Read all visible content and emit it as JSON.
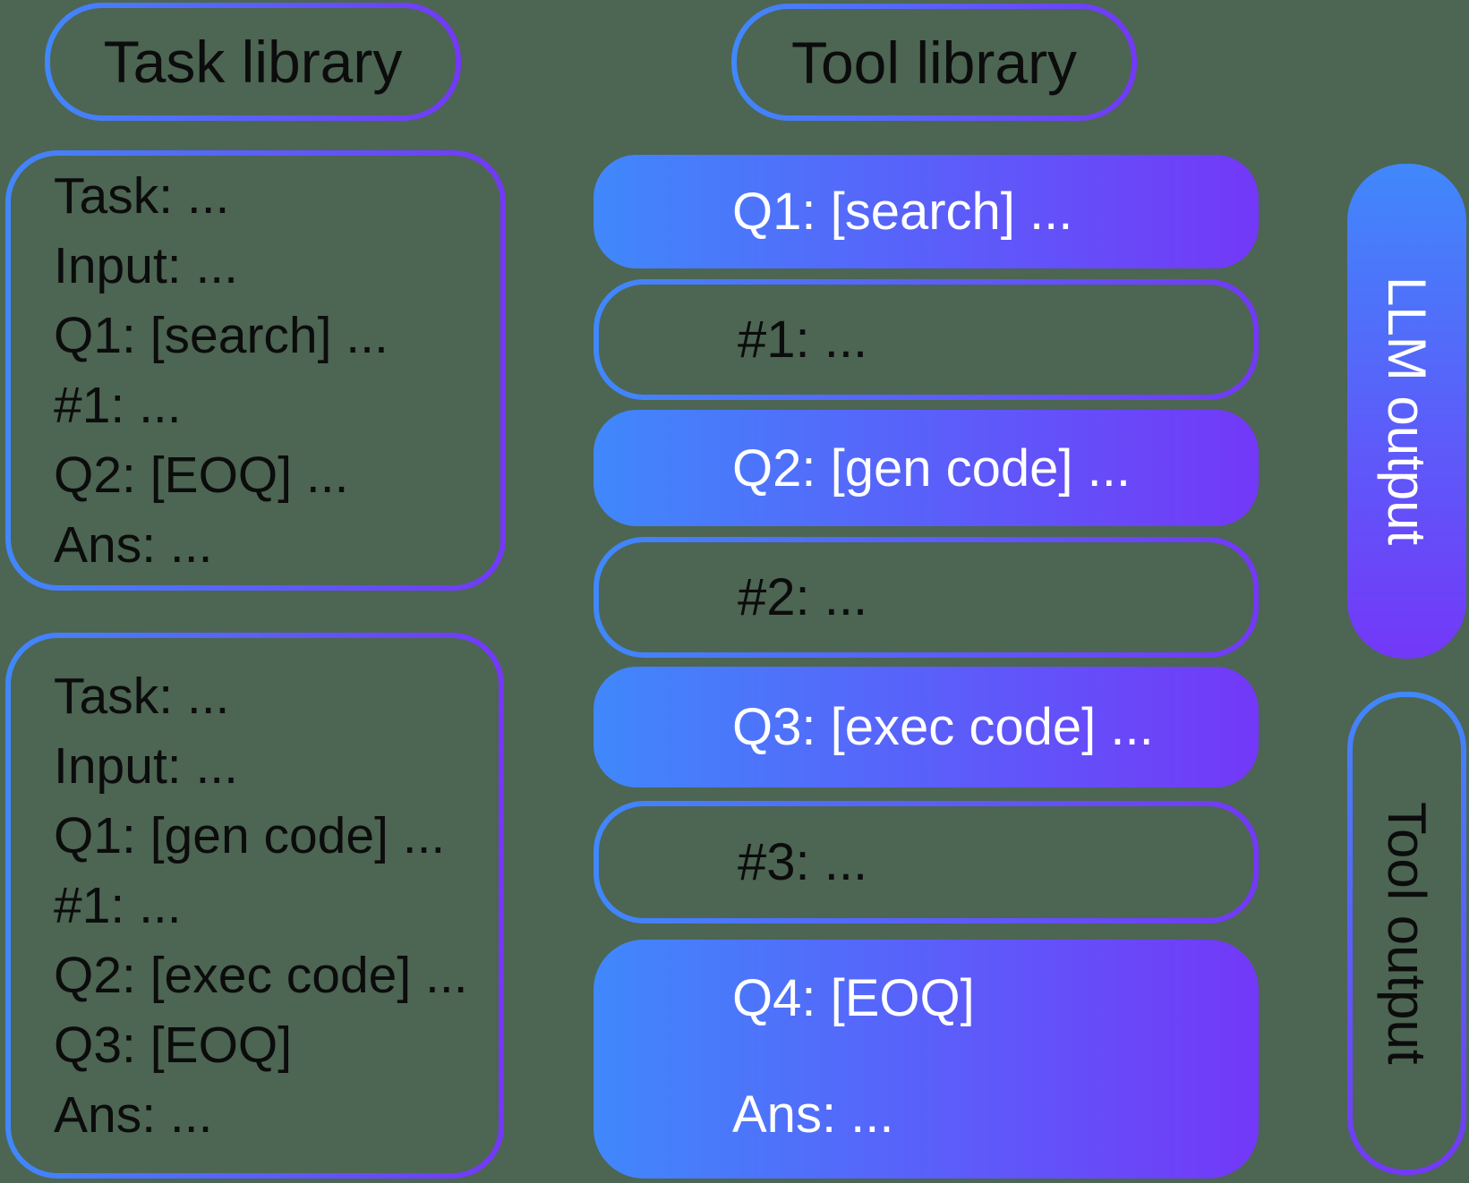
{
  "background_color": "#4d6553",
  "colors": {
    "gradient_blue": "#4088fb",
    "gradient_purple": "#7338f8",
    "text_dark": "#0c0c0c",
    "text_light": "#ffffff"
  },
  "task_library": {
    "title": "Task library",
    "examples": [
      {
        "lines": [
          "Task: ...",
          "Input: ...",
          "Q1: [search] ...",
          "#1: ...",
          "Q2: [EOQ] ...",
          "Ans: ..."
        ]
      },
      {
        "lines": [
          "Task: ...",
          "Input: ...",
          "Q1: [gen code] ...",
          "#1: ...",
          "Q2: [exec code] ...",
          "Q3: [EOQ]",
          "Ans: ..."
        ]
      }
    ]
  },
  "tool_library": {
    "title": "Tool library",
    "steps": [
      {
        "label": "Q1: [search] ...",
        "source": "llm"
      },
      {
        "label": "#1: ...",
        "source": "tool"
      },
      {
        "label": "Q2: [gen code] ...",
        "source": "llm"
      },
      {
        "label": "#2: ...",
        "source": "tool"
      },
      {
        "label": "Q3: [exec code] ...",
        "source": "llm"
      },
      {
        "label": "#3: ...",
        "source": "tool"
      },
      {
        "lines": [
          "Q4: [EOQ]",
          "Ans: ..."
        ],
        "source": "llm"
      }
    ]
  },
  "legend": {
    "llm_output": "LLM output",
    "tool_output": "Tool output"
  }
}
